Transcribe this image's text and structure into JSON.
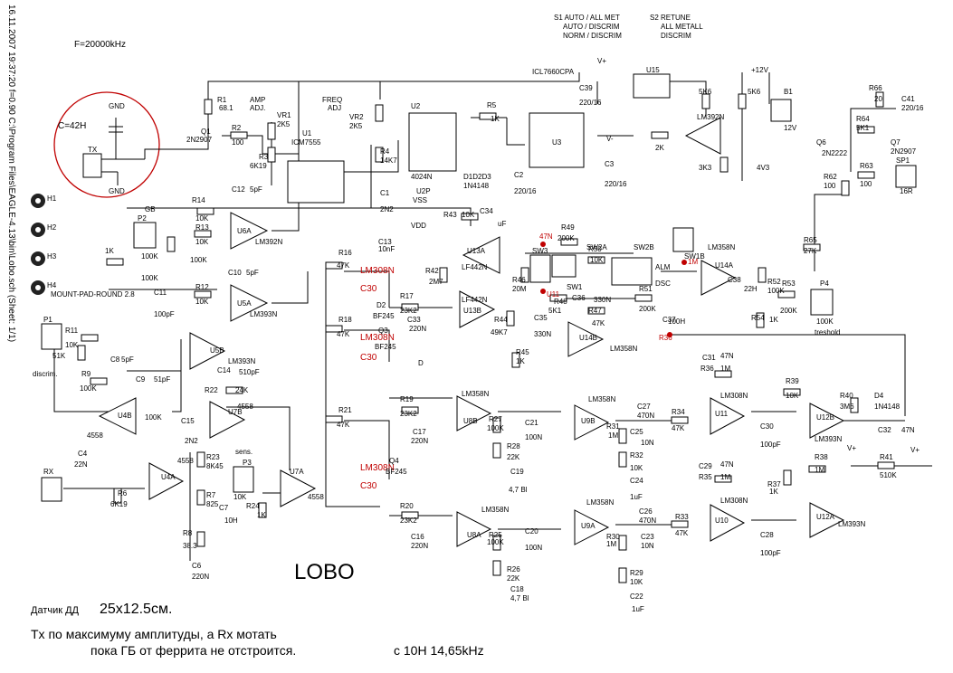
{
  "sheet_caption": "16.11.2007 19:37:20  f=0.90  C:\\Program Files\\EAGLE-4.13\\bin\\Lobo.sch  (Sheet: 1/1)",
  "freq_note": "F=20000kHz",
  "switches": {
    "s1": [
      "S1 AUTO / ALL MET",
      "AUTO / DISCRIM",
      "NORM / DISCRIM"
    ],
    "s2": [
      "S2 RETUNE",
      "ALL METALL",
      "DISCRIM"
    ]
  },
  "coil_note": "C=42H",
  "title": "LOBO",
  "notes": {
    "sensor": "Датчик ДД",
    "sensor_size": "25x12.5см.",
    "line1": "Tx по максимуму амплитуды, а Rx мотать",
    "line2": "пока ГБ от феррита не отстроится.",
    "freq": "с  10Н 14,65kHz"
  },
  "mount_pads": [
    "H1",
    "H2",
    "H3",
    "H4"
  ],
  "mount_pad_label": "MOUNT-PAD-ROUND 2.8",
  "labels": [
    {
      "t": "GND"
    },
    {
      "t": "TX"
    },
    {
      "t": "GND"
    },
    {
      "t": "R1"
    },
    {
      "t": "68.1"
    },
    {
      "t": "Q1"
    },
    {
      "t": "2N2907"
    },
    {
      "t": "R2"
    },
    {
      "t": "100"
    },
    {
      "t": "AMP"
    },
    {
      "t": "ADJ."
    },
    {
      "t": "VR1"
    },
    {
      "t": "2K5"
    },
    {
      "t": "R3"
    },
    {
      "t": "6K19"
    },
    {
      "t": "U1"
    },
    {
      "t": "ICM7555"
    },
    {
      "t": "FREQ"
    },
    {
      "t": "ADJ"
    },
    {
      "t": "VR2"
    },
    {
      "t": "2K5"
    },
    {
      "t": "R4"
    },
    {
      "t": "14K7"
    },
    {
      "t": "C1"
    },
    {
      "t": "2N2"
    },
    {
      "t": "U2"
    },
    {
      "t": "4024N"
    },
    {
      "t": "R5"
    },
    {
      "t": "1K"
    },
    {
      "t": "D1D2D3"
    },
    {
      "t": "1N4148"
    },
    {
      "t": "ICL7660CPA"
    },
    {
      "t": "U3"
    },
    {
      "t": "C39"
    },
    {
      "t": "220/16"
    },
    {
      "t": "C2"
    },
    {
      "t": "220/16"
    },
    {
      "t": "C3"
    },
    {
      "t": "220/16"
    },
    {
      "t": "U15"
    },
    {
      "t": "LM392N"
    },
    {
      "t": "2K"
    },
    {
      "t": "5K6"
    },
    {
      "t": "5K6"
    },
    {
      "t": "3K3"
    },
    {
      "t": "4V3"
    },
    {
      "t": "+12V"
    },
    {
      "t": "B1"
    },
    {
      "t": "12V"
    },
    {
      "t": "R66"
    },
    {
      "t": "20"
    },
    {
      "t": "C41"
    },
    {
      "t": "220/16"
    },
    {
      "t": "R64"
    },
    {
      "t": "5K1"
    },
    {
      "t": "Q6"
    },
    {
      "t": "2N2222"
    },
    {
      "t": "Q7"
    },
    {
      "t": "2N2907"
    },
    {
      "t": "R62"
    },
    {
      "t": "100"
    },
    {
      "t": "R63"
    },
    {
      "t": "100"
    },
    {
      "t": "SP1"
    },
    {
      "t": "16R"
    },
    {
      "t": "GB"
    },
    {
      "t": "P2"
    },
    {
      "t": "100K"
    },
    {
      "t": "100K"
    },
    {
      "t": "1K"
    },
    {
      "t": "100K"
    },
    {
      "t": "R14"
    },
    {
      "t": "10K"
    },
    {
      "t": "C12"
    },
    {
      "t": "5pF"
    },
    {
      "t": "U6A"
    },
    {
      "t": "LM392N"
    },
    {
      "t": "R13"
    },
    {
      "t": "10K"
    },
    {
      "t": "R12"
    },
    {
      "t": "10K"
    },
    {
      "t": "C10"
    },
    {
      "t": "5pF"
    },
    {
      "t": "U5A"
    },
    {
      "t": "LM393N"
    },
    {
      "t": "C11"
    },
    {
      "t": "100pF"
    },
    {
      "t": "P1"
    },
    {
      "t": "R11"
    },
    {
      "t": "10K"
    },
    {
      "t": "51K"
    },
    {
      "t": "discrim."
    },
    {
      "t": "R9"
    },
    {
      "t": "100K"
    },
    {
      "t": "C8"
    },
    {
      "t": "5pF"
    },
    {
      "t": "C9"
    },
    {
      "t": "51pF"
    },
    {
      "t": "100K"
    },
    {
      "t": "U5B"
    },
    {
      "t": "LM393N"
    },
    {
      "t": "C14"
    },
    {
      "t": "510pF"
    },
    {
      "t": "U4B"
    },
    {
      "t": "4558"
    },
    {
      "t": "R22"
    },
    {
      "t": "24K"
    },
    {
      "t": "C15"
    },
    {
      "t": "2N2"
    },
    {
      "t": "U7B"
    },
    {
      "t": "4558"
    },
    {
      "t": "RX"
    },
    {
      "t": "C4"
    },
    {
      "t": "22N"
    },
    {
      "t": "R6"
    },
    {
      "t": "6K19"
    },
    {
      "t": "U4A"
    },
    {
      "t": "4558"
    },
    {
      "t": "R23"
    },
    {
      "t": "8K45"
    },
    {
      "t": "R7"
    },
    {
      "t": "825"
    },
    {
      "t": "C7"
    },
    {
      "t": "10H"
    },
    {
      "t": "R8"
    },
    {
      "t": "38.3"
    },
    {
      "t": "C6"
    },
    {
      "t": "220N"
    },
    {
      "t": "sens."
    },
    {
      "t": "P3"
    },
    {
      "t": "10K"
    },
    {
      "t": "R24"
    },
    {
      "t": "1K"
    },
    {
      "t": "U7A"
    },
    {
      "t": "4558"
    },
    {
      "t": "R16"
    },
    {
      "t": "47K"
    },
    {
      "t": "C13"
    },
    {
      "t": "10nF"
    },
    {
      "t": "R18"
    },
    {
      "t": "47K"
    },
    {
      "t": "R21"
    },
    {
      "t": "47K"
    },
    {
      "t": "D2"
    },
    {
      "t": "BF245"
    },
    {
      "t": "Q3"
    },
    {
      "t": "BF245"
    },
    {
      "t": "Q4"
    },
    {
      "t": "BF245"
    },
    {
      "t": "R17"
    },
    {
      "t": "23K2"
    },
    {
      "t": "C33"
    },
    {
      "t": "220N"
    },
    {
      "t": "D"
    },
    {
      "t": "R19"
    },
    {
      "t": "23K2"
    },
    {
      "t": "C17"
    },
    {
      "t": "220N"
    },
    {
      "t": "R20"
    },
    {
      "t": "23K2"
    },
    {
      "t": "C16"
    },
    {
      "t": "220N"
    },
    {
      "t": "R43"
    },
    {
      "t": "10K"
    },
    {
      "t": "C34"
    },
    {
      "t": "uF"
    },
    {
      "t": "U13A"
    },
    {
      "t": "LF442N"
    },
    {
      "t": "R42"
    },
    {
      "t": "2M7"
    },
    {
      "t": "U13B"
    },
    {
      "t": "LF442N"
    },
    {
      "t": "R44"
    },
    {
      "t": "49K7"
    },
    {
      "t": "R45"
    },
    {
      "t": "1K"
    },
    {
      "t": "C35"
    },
    {
      "t": "330N"
    },
    {
      "t": "R46"
    },
    {
      "t": "20M"
    },
    {
      "t": "R48"
    },
    {
      "t": "5K1"
    },
    {
      "t": "SW1"
    },
    {
      "t": "R49"
    },
    {
      "t": "200K"
    },
    {
      "t": "R50"
    },
    {
      "t": "10K"
    },
    {
      "t": "C36"
    },
    {
      "t": "330N"
    },
    {
      "t": "R47"
    },
    {
      "t": "47K"
    },
    {
      "t": "U14B"
    },
    {
      "t": "LM358N"
    },
    {
      "t": "R51"
    },
    {
      "t": "200K"
    },
    {
      "t": "C37"
    },
    {
      "t": "100H"
    },
    {
      "t": "U14A"
    },
    {
      "t": "LM358N"
    },
    {
      "t": "C38"
    },
    {
      "t": "22H"
    },
    {
      "t": "R52"
    },
    {
      "t": "100K"
    },
    {
      "t": "R53"
    },
    {
      "t": "200K"
    },
    {
      "t": "R54"
    },
    {
      "t": "1K"
    },
    {
      "t": "P4"
    },
    {
      "t": "100K"
    },
    {
      "t": "treshold"
    },
    {
      "t": "R65"
    },
    {
      "t": "27K"
    },
    {
      "t": "U9B"
    },
    {
      "t": "LM358N"
    },
    {
      "t": "R31"
    },
    {
      "t": "1M"
    },
    {
      "t": "C27"
    },
    {
      "t": "470N"
    },
    {
      "t": "R34"
    },
    {
      "t": "47K"
    },
    {
      "t": "C25"
    },
    {
      "t": "10N"
    },
    {
      "t": "R32"
    },
    {
      "t": "10K"
    },
    {
      "t": "C24"
    },
    {
      "t": "1uF"
    },
    {
      "t": "U8B"
    },
    {
      "t": "LM358N"
    },
    {
      "t": "R27"
    },
    {
      "t": "100K"
    },
    {
      "t": "C21"
    },
    {
      "t": "100N"
    },
    {
      "t": "R28"
    },
    {
      "t": "22K"
    },
    {
      "t": "C19"
    },
    {
      "t": "4,7 Bl"
    },
    {
      "t": "U8A"
    },
    {
      "t": "LM358N"
    },
    {
      "t": "R25"
    },
    {
      "t": "100K"
    },
    {
      "t": "C20"
    },
    {
      "t": "100N"
    },
    {
      "t": "R26"
    },
    {
      "t": "22K"
    },
    {
      "t": "C18"
    },
    {
      "t": "4,7 Bl"
    },
    {
      "t": "U9A"
    },
    {
      "t": "LM358N"
    },
    {
      "t": "R30"
    },
    {
      "t": "1M"
    },
    {
      "t": "C26"
    },
    {
      "t": "470N"
    },
    {
      "t": "R33"
    },
    {
      "t": "47K"
    },
    {
      "t": "C23"
    },
    {
      "t": "10N"
    },
    {
      "t": "R29"
    },
    {
      "t": "10K"
    },
    {
      "t": "C22"
    },
    {
      "t": "1uF"
    },
    {
      "t": "C31"
    },
    {
      "t": "47N"
    },
    {
      "t": "R36"
    },
    {
      "t": "1M"
    },
    {
      "t": "U11"
    },
    {
      "t": "LM308N"
    },
    {
      "t": "C30"
    },
    {
      "t": "100pF"
    },
    {
      "t": "R39"
    },
    {
      "t": "10K"
    },
    {
      "t": "U12B"
    },
    {
      "t": "LM393N"
    },
    {
      "t": "R40"
    },
    {
      "t": "3M6"
    },
    {
      "t": "D4"
    },
    {
      "t": "1N4148"
    },
    {
      "t": "C32"
    },
    {
      "t": "47N"
    },
    {
      "t": "C29"
    },
    {
      "t": "47N"
    },
    {
      "t": "R35"
    },
    {
      "t": "1M"
    },
    {
      "t": "U10"
    },
    {
      "t": "LM308N"
    },
    {
      "t": "C28"
    },
    {
      "t": "100pF"
    },
    {
      "t": "R38"
    },
    {
      "t": "1M"
    },
    {
      "t": "R37"
    },
    {
      "t": "1K"
    },
    {
      "t": "U12A"
    },
    {
      "t": "LM393N"
    },
    {
      "t": "R41"
    },
    {
      "t": "510K"
    },
    {
      "t": "V+"
    },
    {
      "t": "V+"
    },
    {
      "t": "V+"
    },
    {
      "t": "V-"
    },
    {
      "t": "U2P"
    },
    {
      "t": "VSS"
    },
    {
      "t": "VDD"
    },
    {
      "t": "SW3"
    },
    {
      "t": "SW2A"
    },
    {
      "t": "SW2B"
    },
    {
      "t": "SW1B"
    },
    {
      "t": "ALM"
    },
    {
      "t": "DSC"
    },
    {
      "t": "1"
    },
    {
      "t": "2"
    },
    {
      "t": "3"
    },
    {
      "t": "4"
    },
    {
      "t": "S"
    },
    {
      "t": "G"
    }
  ]
}
